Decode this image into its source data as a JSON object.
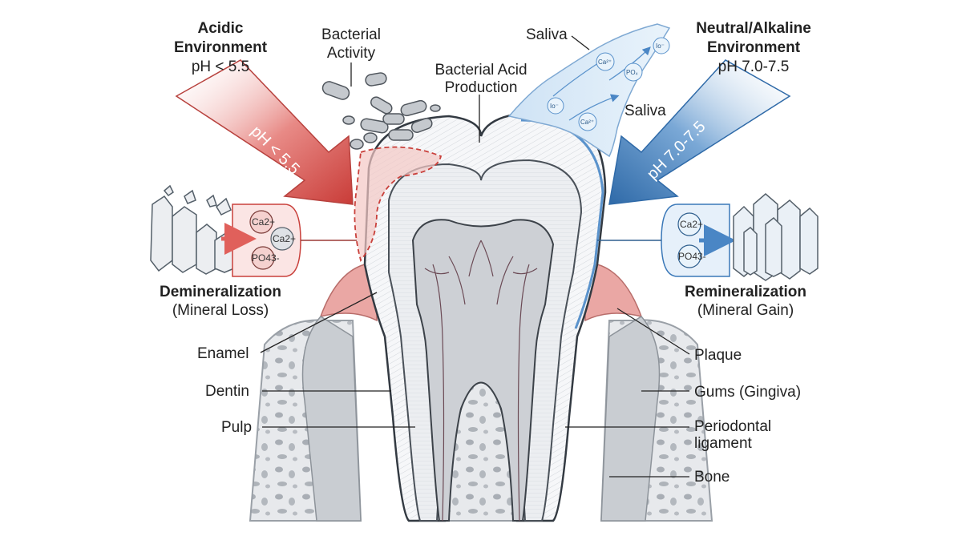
{
  "acidic": {
    "title_line1": "Acidic",
    "title_line2": "Environment",
    "ph": "pH < 5.5",
    "arrow_text": "pH < 5.5"
  },
  "alkaline": {
    "title_line1": "Neutral/Alkaline",
    "title_line2": "Environment",
    "ph": "pH 7.0-7.5",
    "arrow_text": "pH 7.0-7.5"
  },
  "top_labels": {
    "bacterial_1": "Bacterial",
    "bacterial_2": "Activity",
    "acid_1": "Bacterial Acid",
    "acid_2": "Production",
    "saliva_top": "Saliva",
    "saliva_mid": "Saliva"
  },
  "demineralization": {
    "title": "Demineralization",
    "subtitle": "(Mineral Loss)",
    "ions": [
      "Ca2+",
      "Ca2+",
      "PO43-"
    ]
  },
  "remineralization": {
    "title": "Remineralization",
    "subtitle": "(Mineral Gain)",
    "ions": [
      "Ca2+",
      "PO43-"
    ]
  },
  "saliva_ions": [
    "Io⁻",
    "Ca²⁺",
    "PO₄",
    "Io⁻",
    "Ca²⁺"
  ],
  "left_labels": {
    "enamel": "Enamel",
    "dentin": "Dentin",
    "pulp": "Pulp"
  },
  "right_labels": {
    "plaque": "Plaque",
    "gums": "Gums (Gingiva)",
    "pdl_1": "Periodontal",
    "pdl_2": "ligament",
    "bone": "Bone"
  },
  "colors": {
    "acid_red": "#d9534f",
    "alkaline_blue": "#3a78b8",
    "enamel": "#f4f5f7",
    "dentin": "#e6e8eb",
    "pulp": "#c9ccd1",
    "gum": "#e8a3a0",
    "bone": "#dfe2e6"
  }
}
